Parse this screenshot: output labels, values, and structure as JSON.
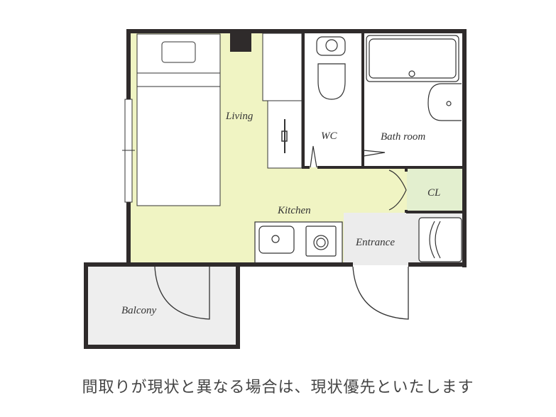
{
  "rooms": {
    "living": "Living",
    "wc": "WC",
    "bathroom": "Bath room",
    "cl": "CL",
    "kitchen": "Kitchen",
    "entrance": "Entrance",
    "balcony": "Balcony"
  },
  "caption": "間取りが現状と異なる場合は、現状優先といたします",
  "colors": {
    "living_fill": "#f0f4c3",
    "cl_fill": "#e3efcf",
    "entrance_fill": "#ececec",
    "balcony_fill": "#eeeeee",
    "wall": "#2f2b2b"
  }
}
